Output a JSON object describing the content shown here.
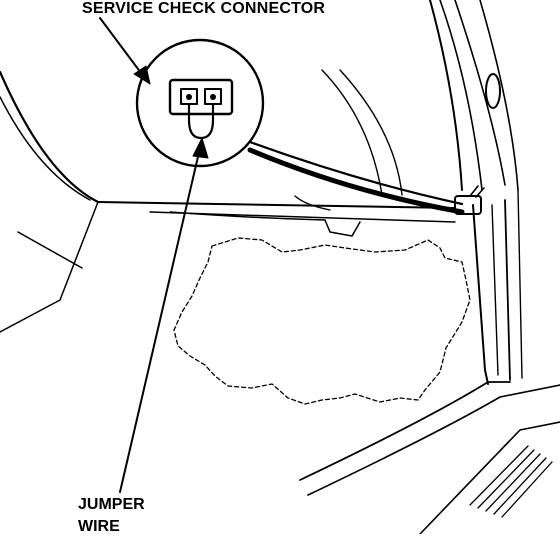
{
  "labels": {
    "connector": "SERVICE CHECK CONNECTOR",
    "jumper_line1": "JUMPER",
    "jumper_line2": "WIRE"
  },
  "colors": {
    "ink": "#000000",
    "paper": "#ffffff"
  }
}
